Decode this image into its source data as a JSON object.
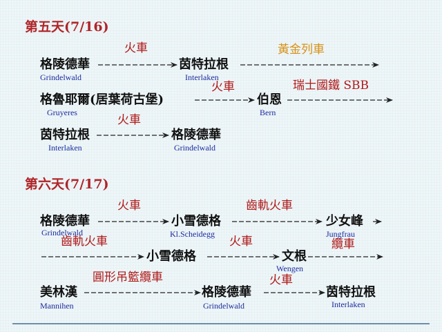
{
  "day5": {
    "header": "第五天(7/16)",
    "row1": {
      "from_cn": "格陵德華",
      "from_en": "Grindelwald",
      "mode1": "火車",
      "mid_cn": "茵特拉根",
      "mid_en": "Interlaken",
      "mode2": "黃金列車"
    },
    "row2": {
      "from_cn": "格魯耶爾(居葉荷古堡)",
      "from_en": "Gruyeres",
      "mode1": "火車",
      "mid_cn": "伯恩",
      "mid_en": "Bern",
      "mode2": "瑞士國鐵 SBB"
    },
    "row3": {
      "from_cn": "茵特拉根",
      "from_en": "Interlaken",
      "mode1": "火車",
      "to_cn": "格陵德華",
      "to_en": "Grindelwald"
    }
  },
  "day6": {
    "header": "第六天(7/17)",
    "row1": {
      "from_cn": "格陵德華",
      "from_en": "Grindelwald",
      "mode1": "火車",
      "mid_cn": "小雪德格",
      "mid_en": "Kl.Scheidegg",
      "mode2": "齒軌火車",
      "to_cn": "少女峰",
      "to_en": "Jungfrau"
    },
    "row2": {
      "mode1": "齒軌火車",
      "mid_cn": "小雪德格",
      "mode2": "火車",
      "to_cn": "文根",
      "to_en": "Wengen",
      "mode3": "纜車"
    },
    "row3": {
      "from_cn": "美林漢",
      "from_en": "Mannihen",
      "mode1": "圓形吊籃纜車",
      "mid_cn": "格陵德華",
      "mid_en": "Grindelwald",
      "mode2": "火車",
      "to_cn": "茵特拉根",
      "to_en": "Interlaken"
    }
  },
  "colors": {
    "header": "#b02428",
    "station": "#111111",
    "english": "#1a2a9e",
    "transport": "#b01818",
    "golden_train": "#d89218",
    "arrow": "#222222"
  }
}
